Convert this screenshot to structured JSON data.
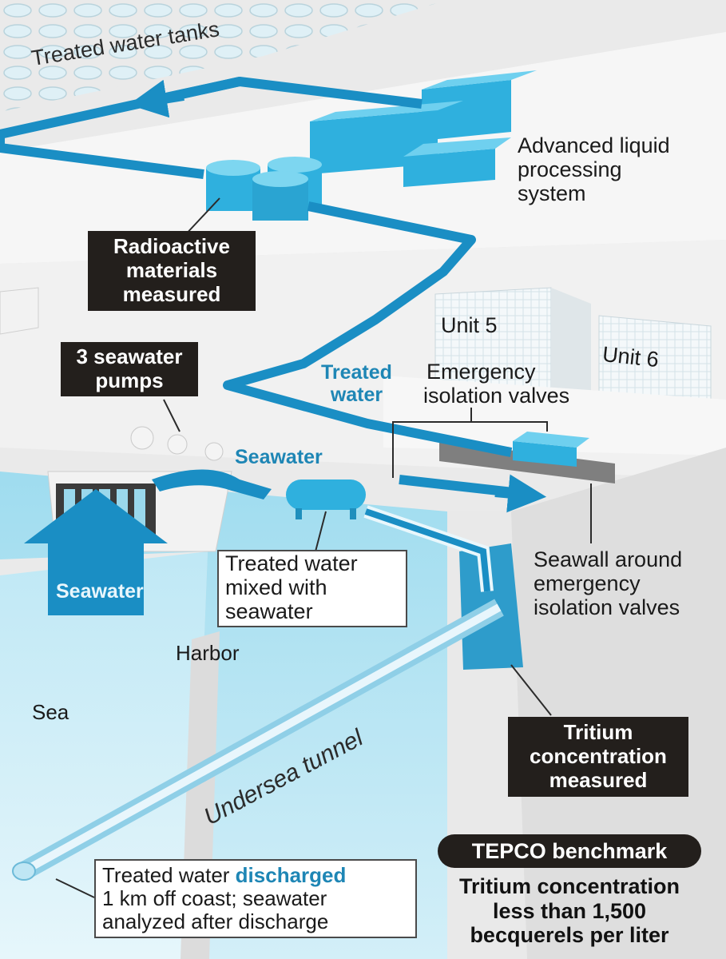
{
  "labels": {
    "tanks": "Treated water tanks",
    "alps_line1": "Advanced liquid",
    "alps_line2": "processing",
    "alps_line3": "system",
    "radioactive_line1": "Radioactive",
    "radioactive_line2": "materials",
    "radioactive_line3": "measured",
    "pumps_line1": "3 seawater",
    "pumps_line2": "pumps",
    "unit5": "Unit 5",
    "unit6": "Unit 6",
    "treated_water_line1": "Treated",
    "treated_water_line2": "water",
    "emergency_line1": "Emergency",
    "emergency_line2": "isolation valves",
    "seawater_upper": "Seawater",
    "seawater_lower": "Seawater",
    "mixed_line1": "Treated water",
    "mixed_line2": "mixed with",
    "mixed_line3": "seawater",
    "seawall_line1": "Seawall around",
    "seawall_line2": "emergency",
    "seawall_line3": "isolation valves",
    "harbor": "Harbor",
    "sea": "Sea",
    "tunnel": "Undersea tunnel",
    "tritium_line1": "Tritium",
    "tritium_line2": "concentration",
    "tritium_line3": "measured",
    "discharge_part1": "Treated water ",
    "discharge_part2": "discharged",
    "discharge_line2": "1 km off coast; seawater",
    "discharge_line3": "analyzed after discharge",
    "benchmark_title": "TEPCO benchmark",
    "benchmark_line1": "Tritium concentration",
    "benchmark_line2": "less than 1,500",
    "benchmark_line3": "becquerels per liter"
  },
  "colors": {
    "pipe": "#1a8ec4",
    "water": "#9fdcef",
    "structure": "#2fb0de",
    "label_box": "#231f1c",
    "accent_text": "#1e86b5"
  }
}
